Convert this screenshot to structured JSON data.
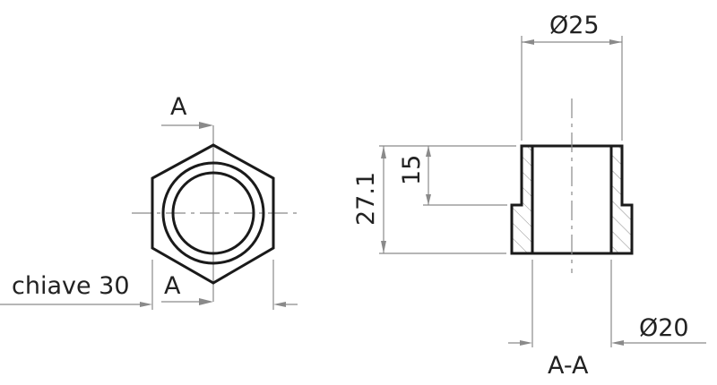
{
  "front_view": {
    "section_marker_top": "A",
    "section_marker_bottom": "A",
    "wrench_size_label": "chiave 30"
  },
  "section_view": {
    "title": "A-A",
    "outer_diameter_label": "Ø25",
    "inner_diameter_label": "Ø20",
    "total_height_label": "27.1",
    "upper_height_label": "15"
  }
}
